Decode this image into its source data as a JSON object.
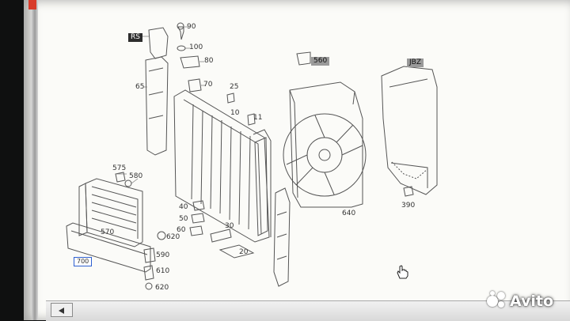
{
  "labels": {
    "l90": "90",
    "l100": "100",
    "l80": "80",
    "l70": "70",
    "l65": "65",
    "l25": "25",
    "l10": "10",
    "l11": "11",
    "l575": "575",
    "l580": "580",
    "l570": "570",
    "l40": "40",
    "l50": "50",
    "l60": "60",
    "l620a": "620",
    "l590": "590",
    "l610": "610",
    "l620b": "620",
    "l30": "30",
    "l20": "20",
    "l640": "640",
    "l390": "390",
    "l700": "700",
    "tagRS": "RS",
    "tag560": "560",
    "tagJBZ": "JBZ"
  },
  "watermark": {
    "text": "Avito"
  },
  "icons": {
    "cursor": "hand-cursor-icon",
    "scroll": "scroll-left-arrow-icon",
    "logo": "avito-logo-icon"
  },
  "colors": {
    "paper": "#fbfbf8",
    "line": "#555555",
    "highlight_box": "#2d5fd0",
    "bezel": "#0f1010"
  }
}
